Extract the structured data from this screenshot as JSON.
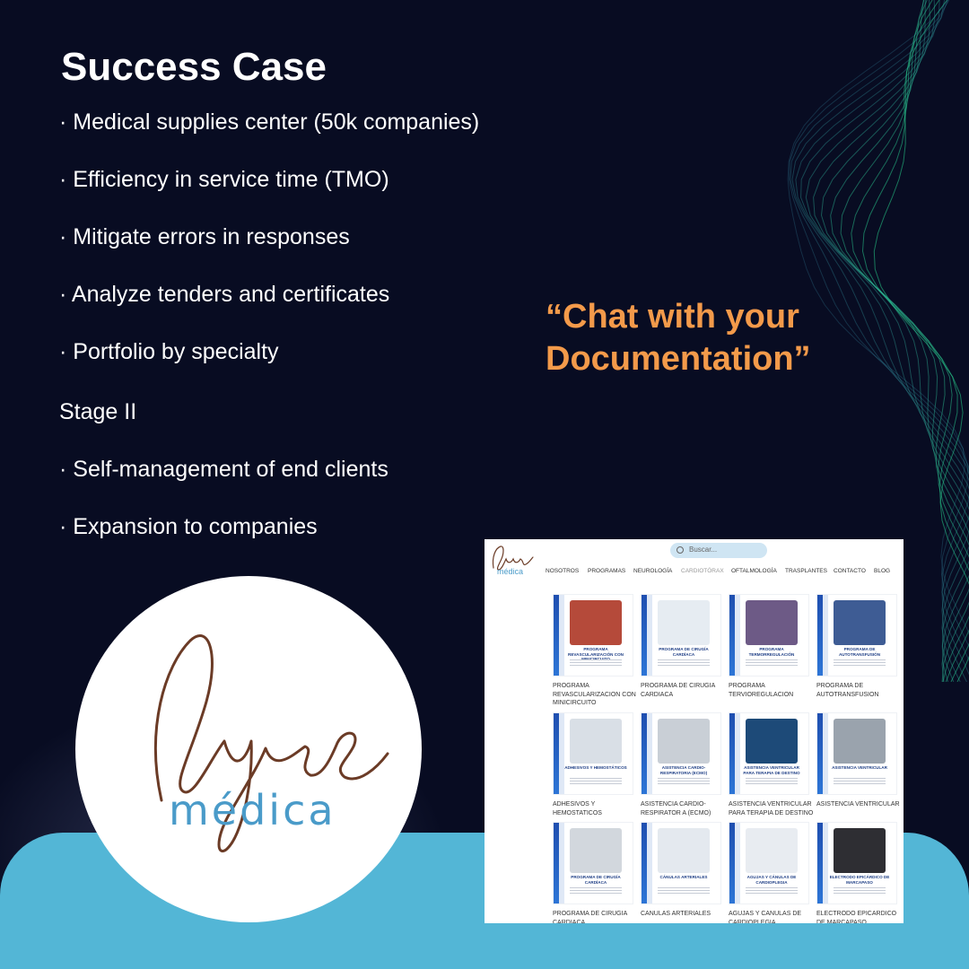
{
  "slide": {
    "title": "Success Case",
    "bullets": [
      "· Medical supplies center (50k companies)",
      "· Efficiency in service time (TMO)",
      "· Mitigate errors in responses",
      "· Analyze tenders and certificates",
      "· Portfolio by specialty"
    ],
    "stage_label": "Stage II",
    "stage_bullets": [
      "· Self-management of end clients",
      "· Expansion to companies"
    ],
    "quote_line1": "“Chat with your",
    "quote_line2": "Documentation”",
    "quote_color": "#f39a4a",
    "band_color": "#53b6d6"
  },
  "logo": {
    "sub_text": "médica",
    "brand_color": "#4a9bc9",
    "script_color": "#6b3b26"
  },
  "website": {
    "logo_sub": "médica",
    "search_placeholder": "Buscar...",
    "nav": [
      "NOSOTROS",
      "PROGRAMAS",
      "NEUROLOGÍA",
      "CARDIOTÓRAX",
      "OFTALMOLOGÍA",
      "TRASPLANTES",
      "CONTACTO",
      "BLOG"
    ],
    "nav_active_index": 3,
    "cards": [
      {
        "img_title": "PROGRAMA REVASCULARIZACIÓN CON MINICIRCUITO",
        "label": "PROGRAMA REVASCULARIZACION CON MINICIRCUITO",
        "photo": "#b54a3a"
      },
      {
        "img_title": "PROGRAMA DE CIRUGÍA CARDÍACA",
        "label": "PROGRAMA DE CIRUGIA CARDIACA",
        "photo": "#e6ecf2"
      },
      {
        "img_title": "PROGRAMA TERMORREGULACIÓN",
        "label": "PROGRAMA TERVIOREGULACION",
        "photo": "#6d5a86"
      },
      {
        "img_title": "PROGRAMA DE AUTOTRANSFUSIÓN",
        "label": "PROGRAMA DE AUTOTRANSFUSION",
        "photo": "#3e5c94"
      },
      {
        "img_title": "ADHESIVOS Y HEMOSTÁTICOS",
        "label": "ADHESIVOS Y HEMOSTATICOS",
        "photo": "#d9dfe6"
      },
      {
        "img_title": "ASISTENCIA CARDIO-RESPIRATORIA (ECMO)",
        "label": "ASISTENCIA CARDIO-RESPIRATOR A (ECMO)",
        "photo": "#c9cfd6"
      },
      {
        "img_title": "ASISTENCIA VENTRICULAR PARA TERAPIA DE DESTINO",
        "label": "ASISTENCIA VENTRICULAR PARA TERAPIA DE DESTINO",
        "photo": "#1d4a78"
      },
      {
        "img_title": "ASISTENCIA VENTRICULAR",
        "label": "ASISTENCIA VENTRICULAR",
        "photo": "#9aa3ad"
      },
      {
        "img_title": "PROGRAMA DE CIRUGÍA CARDÍACA",
        "label": "PROGRAMA DE CIRUGIA CARDIACA",
        "photo": "#d2d7dd"
      },
      {
        "img_title": "CÁNULAS ARTERIALES",
        "label": "CANULAS ARTERIALES",
        "photo": "#e4e9ef"
      },
      {
        "img_title": "AGUJAS Y CÁNULAS DE CARDIOPLEGIA",
        "label": "AGUJAS Y CANULAS DE CARDIOPLEGIA",
        "photo": "#e8ecf1"
      },
      {
        "img_title": "ELECTRODO EPICÁRDICO DE MARCAPASO",
        "label": "ELECTRODO EPICARDICO DE MARCAPASO",
        "photo": "#2e2e33"
      }
    ]
  }
}
